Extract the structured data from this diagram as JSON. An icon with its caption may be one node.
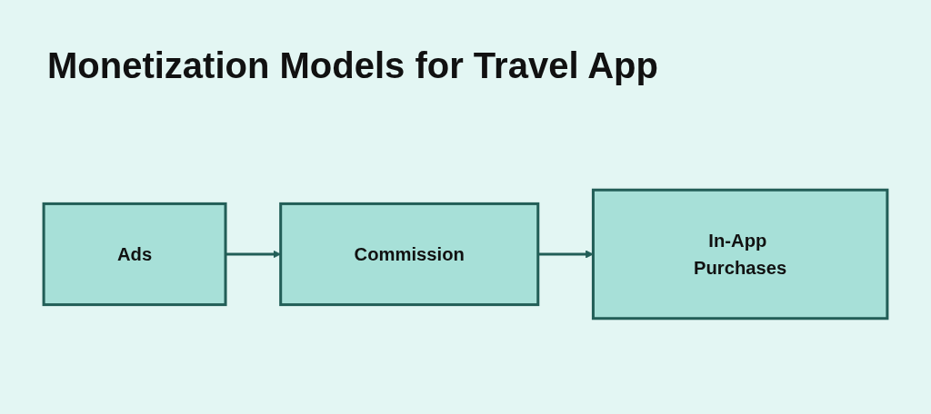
{
  "diagram": {
    "title": "Monetization Models for Travel App",
    "nodes": [
      {
        "text": [
          "Ads"
        ]
      },
      {
        "text": [
          "Commission"
        ]
      },
      {
        "text": [
          "In-App Purchases"
        ]
      }
    ],
    "edges": [
      {
        "from": 0,
        "to": 1,
        "arrow": "to"
      },
      {
        "from": 1,
        "to": 2,
        "arrow": "to"
      }
    ]
  }
}
